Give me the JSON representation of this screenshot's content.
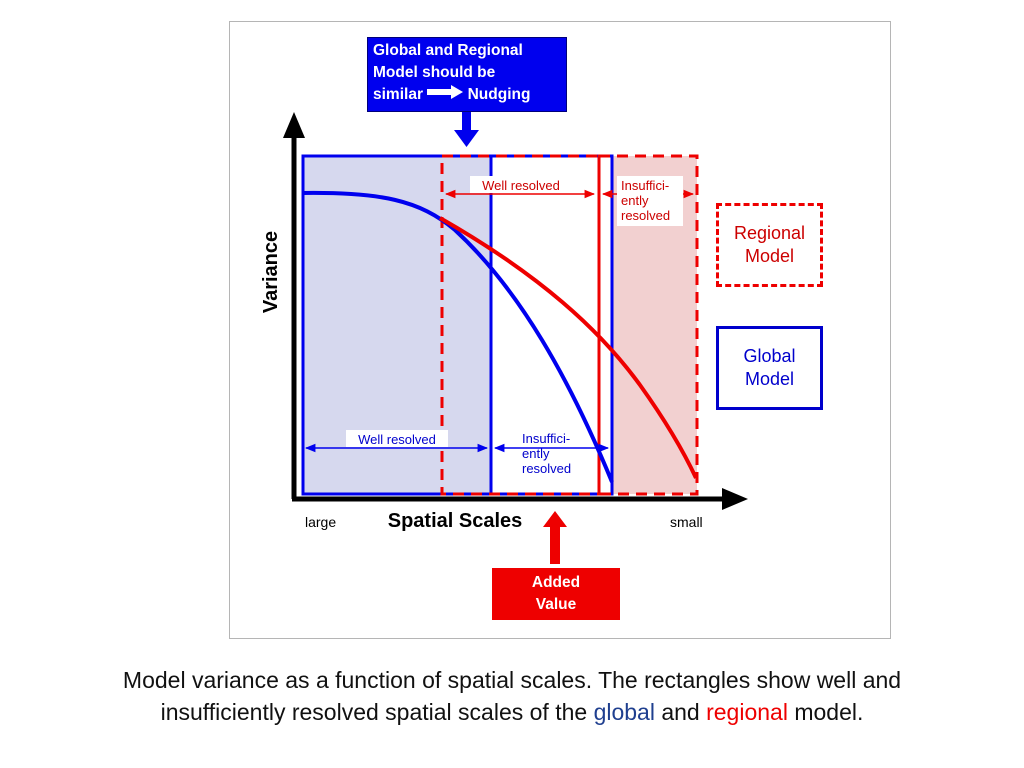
{
  "diagram": {
    "top_callout": {
      "line1": "Global and Regional",
      "line2": "Model should be",
      "line3_left": "similar",
      "line3_right": "Nudging"
    },
    "bottom_callout": {
      "line1": "Added",
      "line2": "Value"
    },
    "y_axis_label": "Variance",
    "x_axis_label": "Spatial Scales",
    "x_axis_left": "large",
    "x_axis_right": "small",
    "regional_well_resolved": "Well resolved",
    "regional_insufficient": [
      "Insuffici-",
      "ently",
      "resolved"
    ],
    "global_well_resolved": "Well resolved",
    "global_insufficient": [
      "Insuffici-",
      "ently",
      "resolved"
    ],
    "legend_regional": [
      "Regional",
      "Model"
    ],
    "legend_global": [
      "Global",
      "Model"
    ]
  },
  "caption": {
    "part1": "Model variance as a function of spatial scales. The rectangles show well and",
    "part2": "insufficiently resolved spatial scales of the",
    "global_word": "global",
    "and_word": "and",
    "regional_word": "regional",
    "end": "model."
  },
  "colors": {
    "global": "#0000ee",
    "regional": "#ee0000",
    "global_fill": "#d6d8ee",
    "regional_fill": "#f2d0d0"
  }
}
